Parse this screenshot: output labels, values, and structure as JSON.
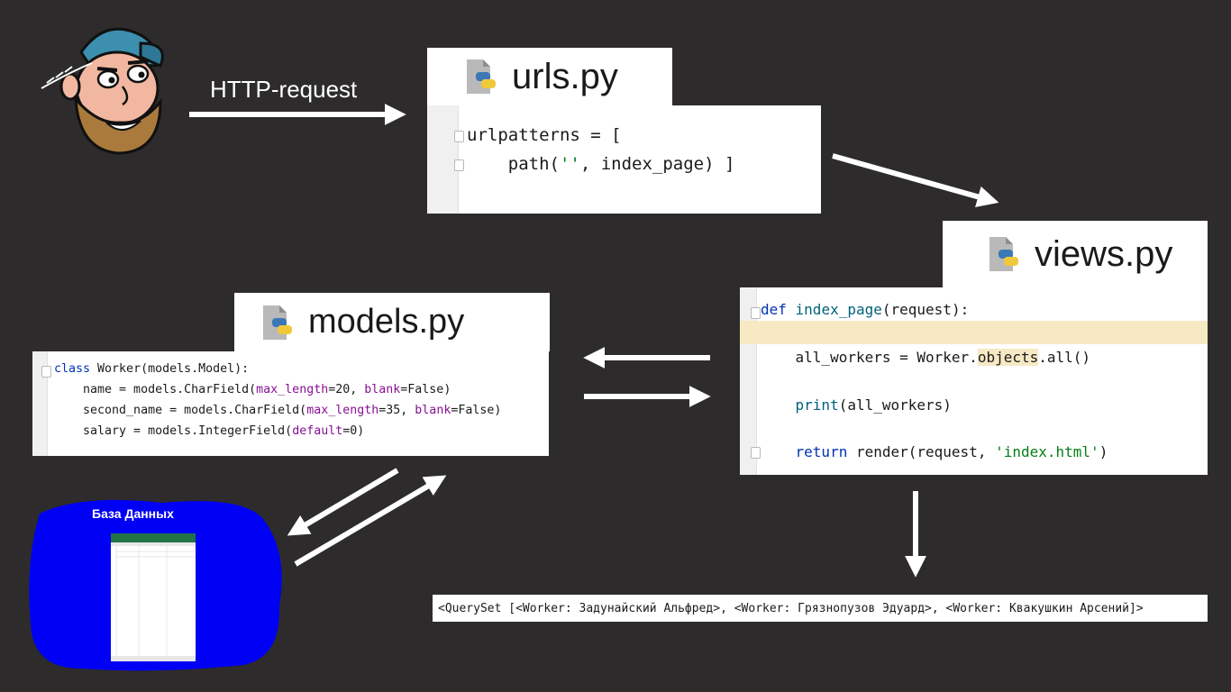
{
  "request_label": "HTTP-request",
  "urls": {
    "filename": "urls.py",
    "code": {
      "l1": "urlpatterns = [",
      "l2_indent": "    path(",
      "l2_str": "''",
      "l2_rest": ", index_page) ]"
    }
  },
  "views": {
    "filename": "views.py",
    "code": {
      "l1_kw": "def",
      "l1_fn": " index_page",
      "l1_rest": "(request):",
      "l2_a": "    all_workers = Worker.",
      "l2_hl": "objects",
      "l2_b": ".all()",
      "l3_fn": "    print",
      "l3_rest": "(all_workers)",
      "l4_kw": "    return",
      "l4_a": " render(request, ",
      "l4_str": "'index.html'",
      "l4_b": ")"
    }
  },
  "models": {
    "filename": "models.py",
    "code": {
      "l1_kw": "class",
      "l1_rest": " Worker(models.Model):",
      "l2_a": "    name = models.CharField(",
      "l2_p1": "max_length",
      "l2_v1": "=20, ",
      "l2_p2": "blank",
      "l2_v2": "=False)",
      "l3_a": "    second_name = models.CharField(",
      "l3_p1": "max_length",
      "l3_v1": "=35, ",
      "l3_p2": "blank",
      "l3_v2": "=False)",
      "l4_a": "    salary = models.IntegerField(",
      "l4_p1": "default",
      "l4_v1": "=0)"
    }
  },
  "database": {
    "title": "База Данных",
    "blob_color": "#0000f5"
  },
  "queryset_output": "<QuerySet [<Worker: Задунайский Альфред>, <Worker: Грязнопузов Эдуард>, <Worker: Квакушкин Арсений]>",
  "colors": {
    "background": "#2d2b2c",
    "arrow": "#ffffff"
  }
}
